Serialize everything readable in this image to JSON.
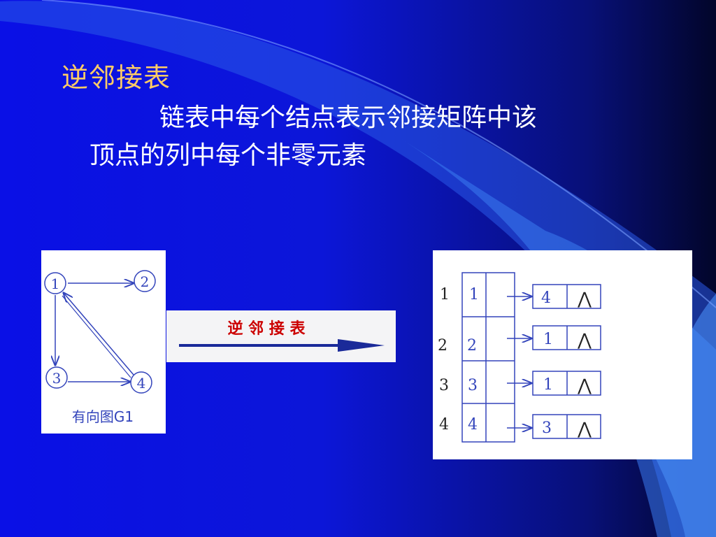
{
  "slide": {
    "title": "逆邻接表",
    "body_line1": "链表中每个结点表示邻接矩阵中该",
    "body_line2": "顶点的列中每个非零元素"
  },
  "graph": {
    "caption": "有向图G1",
    "nodes": [
      "1",
      "2",
      "3",
      "4"
    ],
    "edges": [
      [
        "1",
        "2"
      ],
      [
        "1",
        "3"
      ],
      [
        "3",
        "4"
      ],
      [
        "4",
        "1"
      ]
    ]
  },
  "transform_arrow": {
    "label": "逆 邻 接 表"
  },
  "inverse_adjacency_list": {
    "rows": [
      {
        "index": "1",
        "vertex": "1",
        "adj": "4",
        "null_symbol": "⋀"
      },
      {
        "index": "2",
        "vertex": "2",
        "adj": "1",
        "null_symbol": "⋀"
      },
      {
        "index": "3",
        "vertex": "3",
        "adj": "1",
        "null_symbol": "⋀"
      },
      {
        "index": "4",
        "vertex": "4",
        "adj": "3",
        "null_symbol": "⋀"
      }
    ]
  },
  "colors": {
    "title": "#ffcc66",
    "text": "#ffffff",
    "diagram_blue": "#3344bb",
    "arrow_label_red": "#cc0000",
    "arrow_blue": "#1a2a99"
  }
}
